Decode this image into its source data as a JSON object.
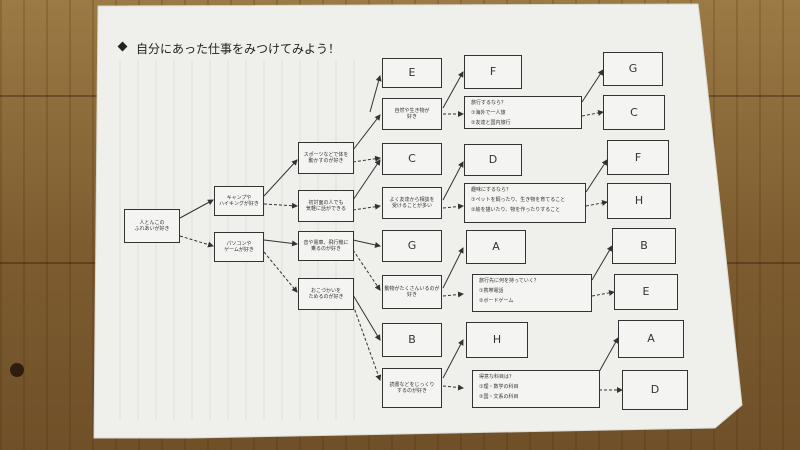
{
  "title": "自分にあった仕事をみつけてみよう！",
  "start": "人とんこの\nふれあいが好き",
  "level1": [
    "キャンプや\nハイキングが好き",
    "パソコンや\nゲームが好き"
  ],
  "level2": [
    "スポーツなどで体を\n動かすのが好き",
    "初対面の人でも\n気軽に話ができる",
    "音や電車、飛行機に\n乗るのが好き",
    "おこづかいを\nためるのが好き"
  ],
  "level3": [
    "自然や生き物が\n好き",
    "よく友達から相談を\n受けることが多い",
    "動物がたくさんいるのが\n好き",
    "読書などをじっくり\nするのが好き"
  ],
  "letters": {
    "c3a": "E",
    "c3b": "C",
    "c3c": "G",
    "c3d": "B",
    "c4a": "F",
    "c4b": "D",
    "c4c": "A",
    "c4d": "H",
    "c6a": "G",
    "c6b": "C",
    "c6c": "F",
    "c6d": "H",
    "c6e": "B",
    "c6f": "E",
    "c6g": "A",
    "c6h": "D"
  },
  "q1": {
    "head": "旅行するなら？",
    "opt1": "①海外で一人旅",
    "opt2": "②友達と国内旅行"
  },
  "q2": {
    "head": "趣味にするなら？",
    "opt1": "①ペットを飼ったり、生き物を育てること",
    "opt2": "②絵を描いたり、物を作ったりすること"
  },
  "q3": {
    "head": "旅行先に何を持っていく？",
    "opt1": "①携帯電話",
    "opt2": "②ボードゲーム"
  },
  "q4": {
    "head": "得意な科目は？",
    "opt1": "①理・数学の科目",
    "opt2": "②国・文系の科目"
  }
}
